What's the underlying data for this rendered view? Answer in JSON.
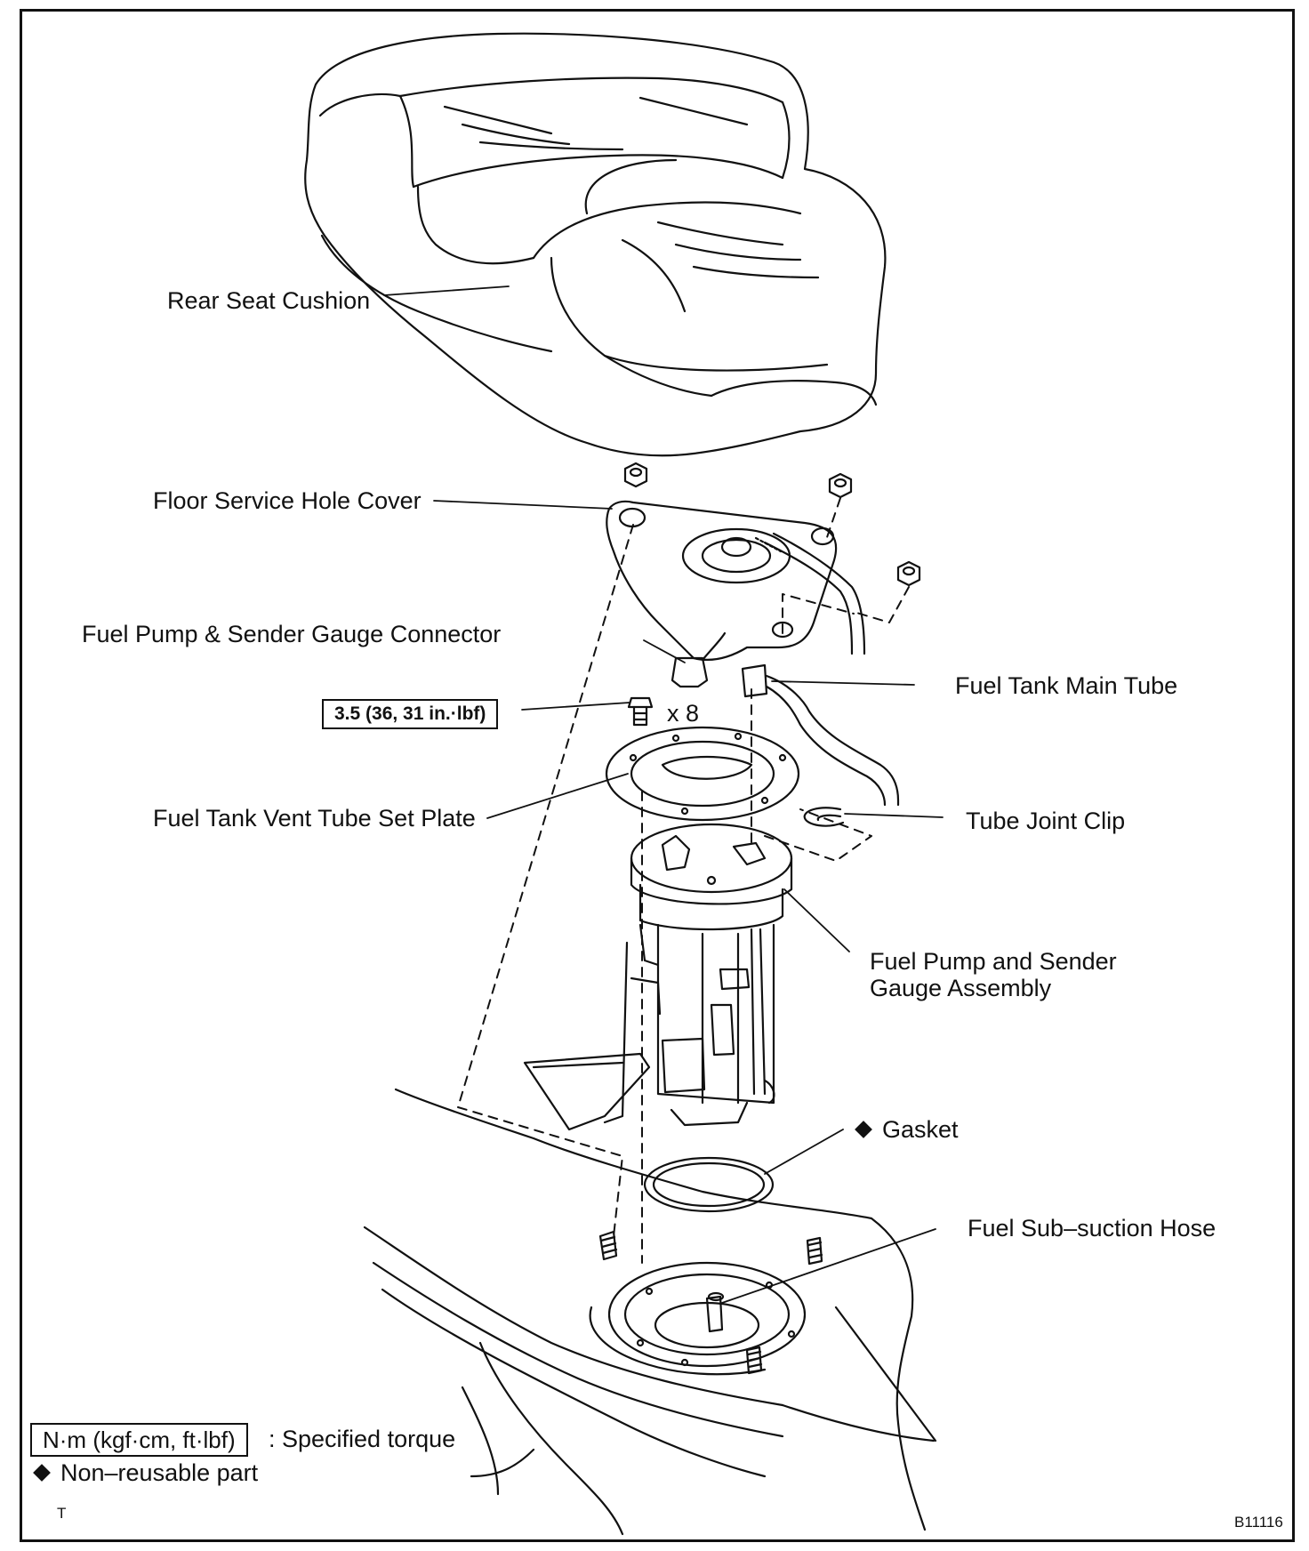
{
  "labels": {
    "rear_seat_cushion": "Rear Seat Cushion",
    "floor_service_hole_cover": "Floor Service Hole Cover",
    "fuel_pump_sender_gauge_connector": "Fuel Pump & Sender Gauge Connector",
    "fuel_tank_main_tube": "Fuel Tank Main Tube",
    "bolt_qty": "x 8",
    "fuel_tank_vent_tube_set_plate": "Fuel Tank Vent Tube Set Plate",
    "tube_joint_clip": "Tube Joint Clip",
    "fuel_pump_sender_gauge_assembly_line1": "Fuel Pump and Sender",
    "fuel_pump_sender_gauge_assembly_line2": "Gauge Assembly",
    "gasket": "Gasket",
    "fuel_sub_suction_hose": "Fuel Sub–suction Hose"
  },
  "torque_spec": "3.5 (36, 31 in.·lbf)",
  "legend": {
    "torque_unit": "N·m (kgf·cm, ft·lbf)",
    "torque_text": ": Specified torque",
    "non_reusable_text": "Non–reusable part"
  },
  "corner_marks": {
    "left": "T",
    "right": "B11116"
  },
  "icons": {
    "non_reusable_marker": "diamond-icon"
  }
}
